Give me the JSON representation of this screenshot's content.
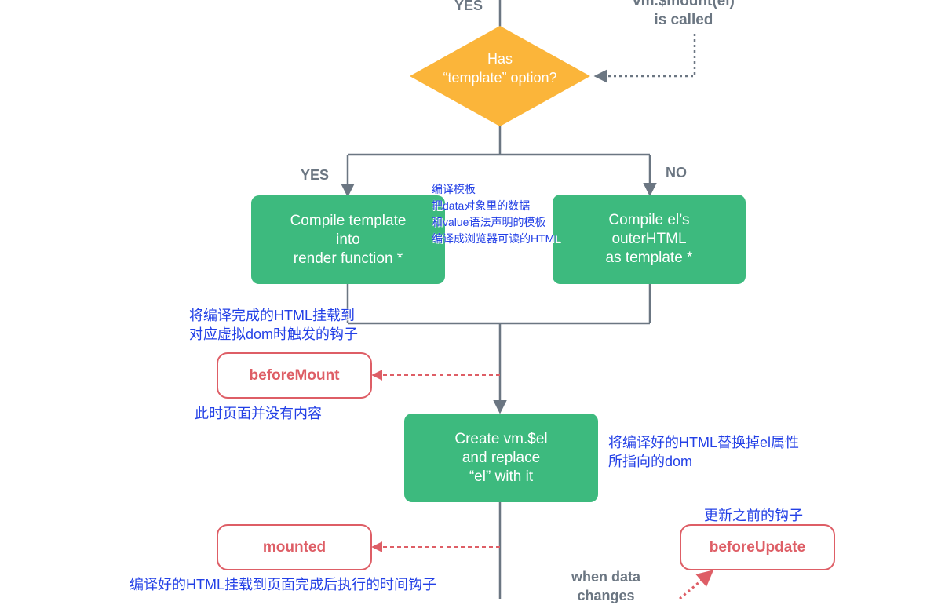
{
  "labels": {
    "top_yes": "YES",
    "yes": "YES",
    "no": "NO",
    "when_data_changes": [
      "when data",
      "changes"
    ]
  },
  "mount_called": [
    "vm.$mount(el)",
    "is called"
  ],
  "decision": [
    "Has",
    "“template” option?"
  ],
  "compile_template": [
    "Compile template",
    "into",
    "render function *"
  ],
  "compile_el": [
    "Compile el’s",
    "outerHTML",
    "as template *"
  ],
  "create_el": [
    "Create vm.$el",
    "and replace",
    "“el” with it"
  ],
  "hooks": {
    "before_mount": "beforeMount",
    "mounted": "mounted",
    "before_update": "beforeUpdate"
  },
  "annotations": {
    "compile_template_note": [
      "编译模板",
      "把data对象里的数据",
      "和value语法声明的模板",
      "编译成浏览器可读的HTML"
    ],
    "before_mount_note": [
      "将编译完成的HTML挂载到",
      "对应虚拟dom时触发的钩子"
    ],
    "before_mount_after": "此时页面并没有内容",
    "create_el_note": [
      "将编译好的HTML替换掉el属性",
      "所指向的dom"
    ],
    "before_update_note": "更新之前的钩子",
    "mounted_note": "编译好的HTML挂载到页面完成后执行的时间钩子"
  },
  "colors": {
    "green": "#3dba7e",
    "orange": "#fbb53a",
    "hook_red": "#de5e66",
    "line_gray": "#6b7682",
    "note_blue": "#2340e6"
  }
}
